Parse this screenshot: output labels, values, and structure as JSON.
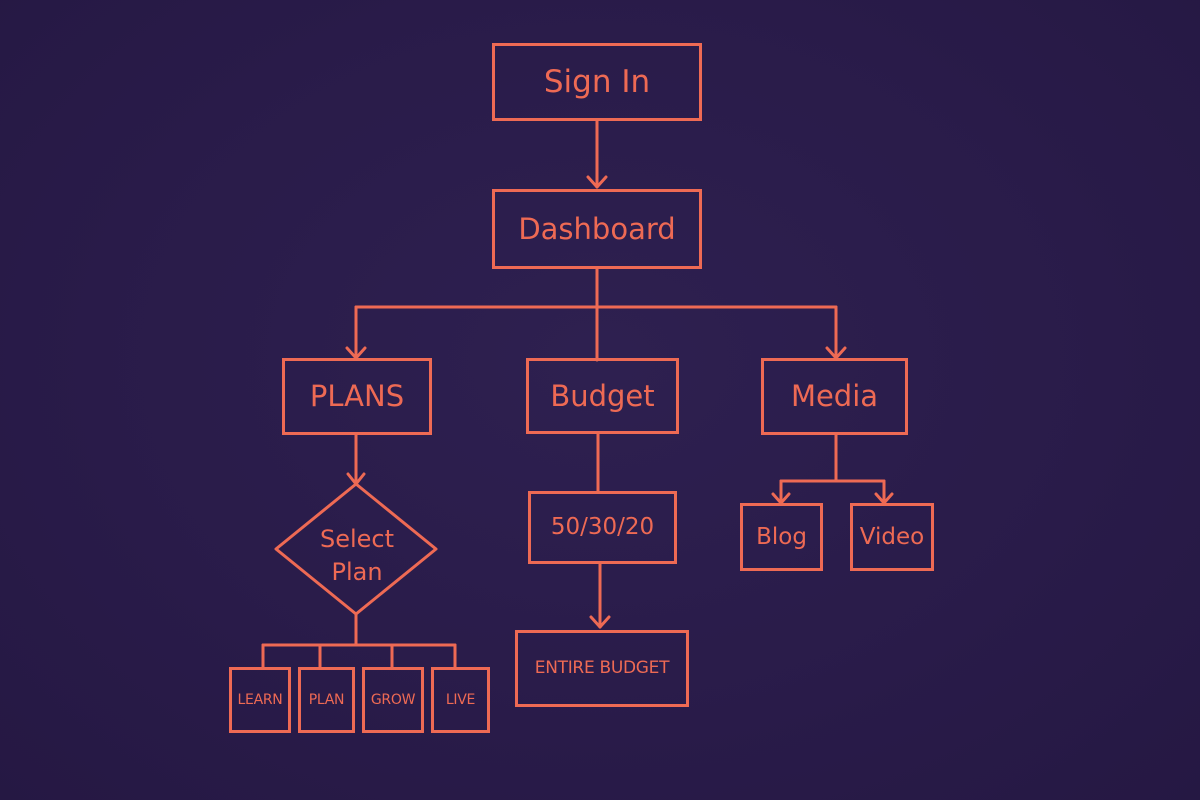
{
  "colors": {
    "background": "#2a1d4a",
    "stroke": "#ee6a54"
  },
  "nodes": {
    "sign_in": "Sign In",
    "dashboard": "Dashboard",
    "plans": "PLANS",
    "budget": "Budget",
    "media": "Media",
    "select_plan": [
      "Select",
      "Plan"
    ],
    "rule_50_30_20": "50/30/20",
    "entire_budget": "ENTIRE BUDGET",
    "blog": "Blog",
    "video": "Video",
    "learn": "LEARN",
    "plan": "PLAN",
    "grow": "GROW",
    "live": "LIVE"
  }
}
